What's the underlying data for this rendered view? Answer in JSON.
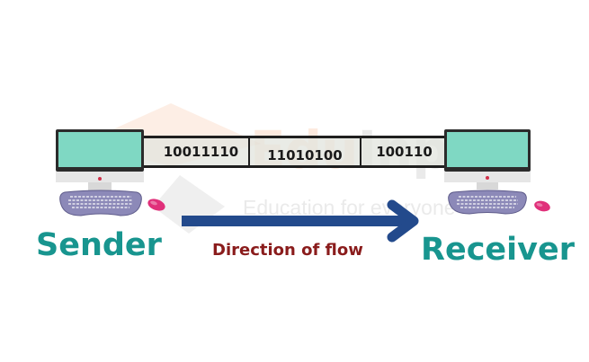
{
  "diagram": {
    "title": "Simplex data transmission",
    "packets": [
      "10011110",
      "11010100",
      "100110"
    ],
    "sender_label": "Sender",
    "receiver_label": "Receiver",
    "direction_label": "Direction of flow",
    "direction": "left-to-right"
  },
  "watermark": {
    "brand_part1": "Edu",
    "brand_part2": "Input",
    "tagline": "Education for everyone"
  },
  "colors": {
    "label_teal": "#18958f",
    "direction_text": "#8a1c1c",
    "arrow_blue": "#234a8c",
    "screen": "#7fd8c3",
    "keyboard": "#8c89b8",
    "mouse": "#e0307a"
  }
}
